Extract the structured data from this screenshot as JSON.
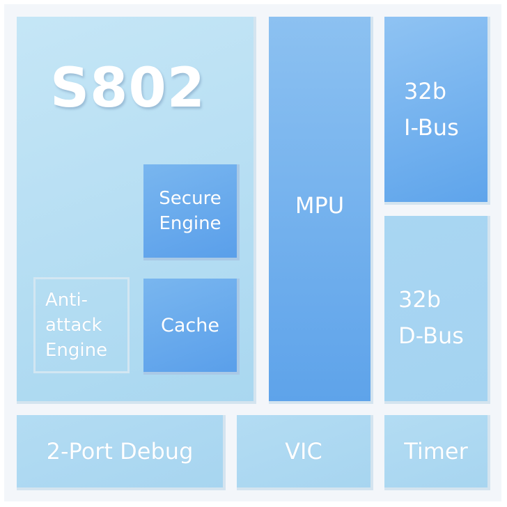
{
  "chip": {
    "title": "S802"
  },
  "blocks": {
    "secure_engine": [
      "Secure",
      "Engine"
    ],
    "cache": "Cache",
    "anti_attack_engine": [
      "Anti-",
      "attack",
      "Engine"
    ],
    "mpu": "MPU",
    "i_bus": [
      "32b",
      "I-Bus"
    ],
    "d_bus": [
      "32b",
      "D-Bus"
    ],
    "debug": "2-Port Debug",
    "vic": "VIC",
    "timer": "Timer"
  },
  "colors": {
    "core_bg": "#b6def3",
    "accent_blue": "#5a9fea",
    "light_blue": "#a9d6f2",
    "text": "#ffffff"
  }
}
